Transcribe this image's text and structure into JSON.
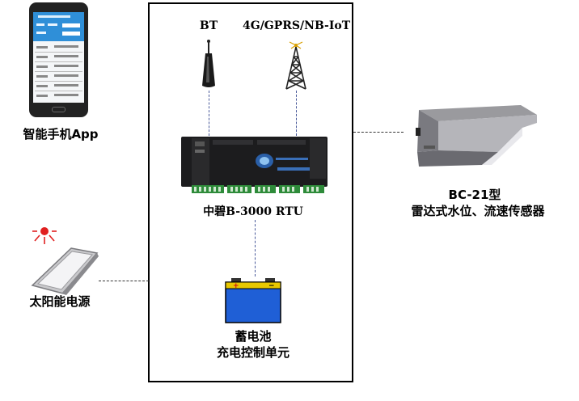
{
  "labels": {
    "phone_app": "智能手机App",
    "bt": "BT",
    "cellular": "4G/GPRS/NB-IoT",
    "rtu": "中碧B-3000 RTU",
    "sensor_model": "BC-21型",
    "sensor_desc": "雷达式水位、流速传感器",
    "solar": "太阳能电源",
    "battery_line1": "蓄电池",
    "battery_line2": "充电控制单元"
  },
  "icons": {
    "phone": "smartphone-icon",
    "bt_antenna": "bluetooth-antenna-icon",
    "cell_tower": "cell-tower-icon",
    "rtu_device": "rtu-device-icon",
    "radar_sensor": "radar-sensor-icon",
    "sun": "sun-icon",
    "solar_panel": "solar-panel-icon",
    "battery": "battery-icon"
  },
  "colors": {
    "battery_fill": "#1f5fd6",
    "battery_plus": "#d01010",
    "sun": "#e02020",
    "phone_header": "#2f8fd8",
    "link_line": "#4a5a9a"
  }
}
